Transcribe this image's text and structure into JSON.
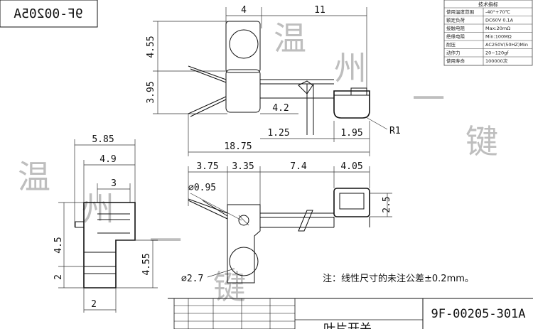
{
  "corner_label": "9F-00205A",
  "part_number": "9F-00205-301A",
  "title_partial": "叶片开关",
  "note": "注：线性尺寸的未注公差±0.2mm。",
  "watermark": [
    "温",
    "州",
    "一",
    "键"
  ],
  "spec_table": {
    "title": "技术指标",
    "rows": [
      {
        "label": "使用温度范围",
        "value": "-40°+70℃"
      },
      {
        "label": "额定负荷",
        "value": "DC60V 0.1A"
      },
      {
        "label": "接触电阻",
        "value": "Max:20mΩ"
      },
      {
        "label": "绝缘电阻",
        "value": "Min:100MΩ"
      },
      {
        "label": "耐压",
        "value": "AC250V(50HZ)Min"
      },
      {
        "label": "动作力",
        "value": "20~120gf"
      },
      {
        "label": "使用寿命",
        "value": "100000次"
      }
    ]
  },
  "dimensions": {
    "top_4": "4",
    "top_11": "11",
    "top_455": "4.55",
    "top_395": "3.95",
    "top_42": "4.2",
    "top_125": "1.25",
    "top_195": "1.95",
    "top_1875": "18.75",
    "top_r1": "R1",
    "side_585": "5.85",
    "side_49": "4.9",
    "side_3": "3",
    "side_45": "4.5",
    "side_455": "4.55",
    "side_2a": "2",
    "side_2b": "2",
    "bot_375": "3.75",
    "bot_335": "3.35",
    "bot_74": "7.4",
    "bot_405": "4.05",
    "bot_d095": "⌀0.95",
    "bot_25": "2.5",
    "bot_d27": "⌀2.7"
  }
}
